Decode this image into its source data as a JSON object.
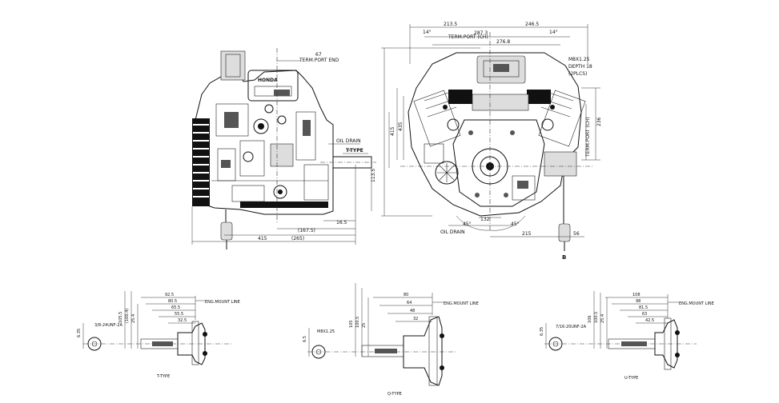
{
  "side_view": {
    "brand_plate": "HONDA",
    "dim_67": "67",
    "term_port_end": "TERM.PORT END",
    "oil_drain": "OIL DRAIN",
    "t_type": "T-TYPE",
    "dim_113_5": "113.5",
    "dim_16_5": "16.5",
    "dim_167_5": "(167.5)",
    "dim_265": "(265)",
    "dim_415": "415"
  },
  "front_view": {
    "dim_213_5": "213.5",
    "dim_246_5": "246.5",
    "dim_287_3": "287.3",
    "dim_276_8": "276.8",
    "term_port_ch": "TERM.PORT (CH)",
    "angle_14_left": "14°",
    "angle_14_right": "14°",
    "thread_note_1": "M8X1.25",
    "thread_note_2": "DEPTH 18",
    "thread_note_3": "(2PLCS)",
    "dim_236": "236",
    "term_port_vert": "TERM.PORT (CH)",
    "dim_415_vert": "415",
    "dim_435": "435",
    "oil_drain": "OIL DRAIN",
    "dim_132": "132",
    "angle_45_left": "45°",
    "angle_45_right": "45°",
    "dim_215": "215",
    "dim_56": "56",
    "view_arrow": "B"
  },
  "shaft_views": [
    {
      "type_label": "T-TYPE",
      "eng_mount_line": "ENG.MOUNT LINE",
      "dims": [
        "92.5",
        "80.5",
        "65.5",
        "55.5",
        "32.5"
      ],
      "vert_dims": [
        "105.5",
        "(100.4)",
        "25.4"
      ],
      "bolt": "3/8-24UNF-2A",
      "key": "6.35"
    },
    {
      "type_label": "Q-TYPE",
      "eng_mount_line": "ENG.MOUNT LINE",
      "dims": [
        "80",
        "64",
        "48",
        "32"
      ],
      "vert_dims": [
        "105",
        "100.5",
        "25"
      ],
      "bolt": "M8X1.25",
      "key": "6.5"
    },
    {
      "type_label": "U-TYPE",
      "eng_mount_line": "ENG.MOUNT LINE",
      "dims": [
        "108",
        "98",
        "81.5",
        "63",
        "42.5"
      ],
      "vert_dims": [
        "106",
        "100.5",
        "25.4"
      ],
      "bolt": "7/16-20UNF-2A",
      "key": "6.35"
    }
  ]
}
